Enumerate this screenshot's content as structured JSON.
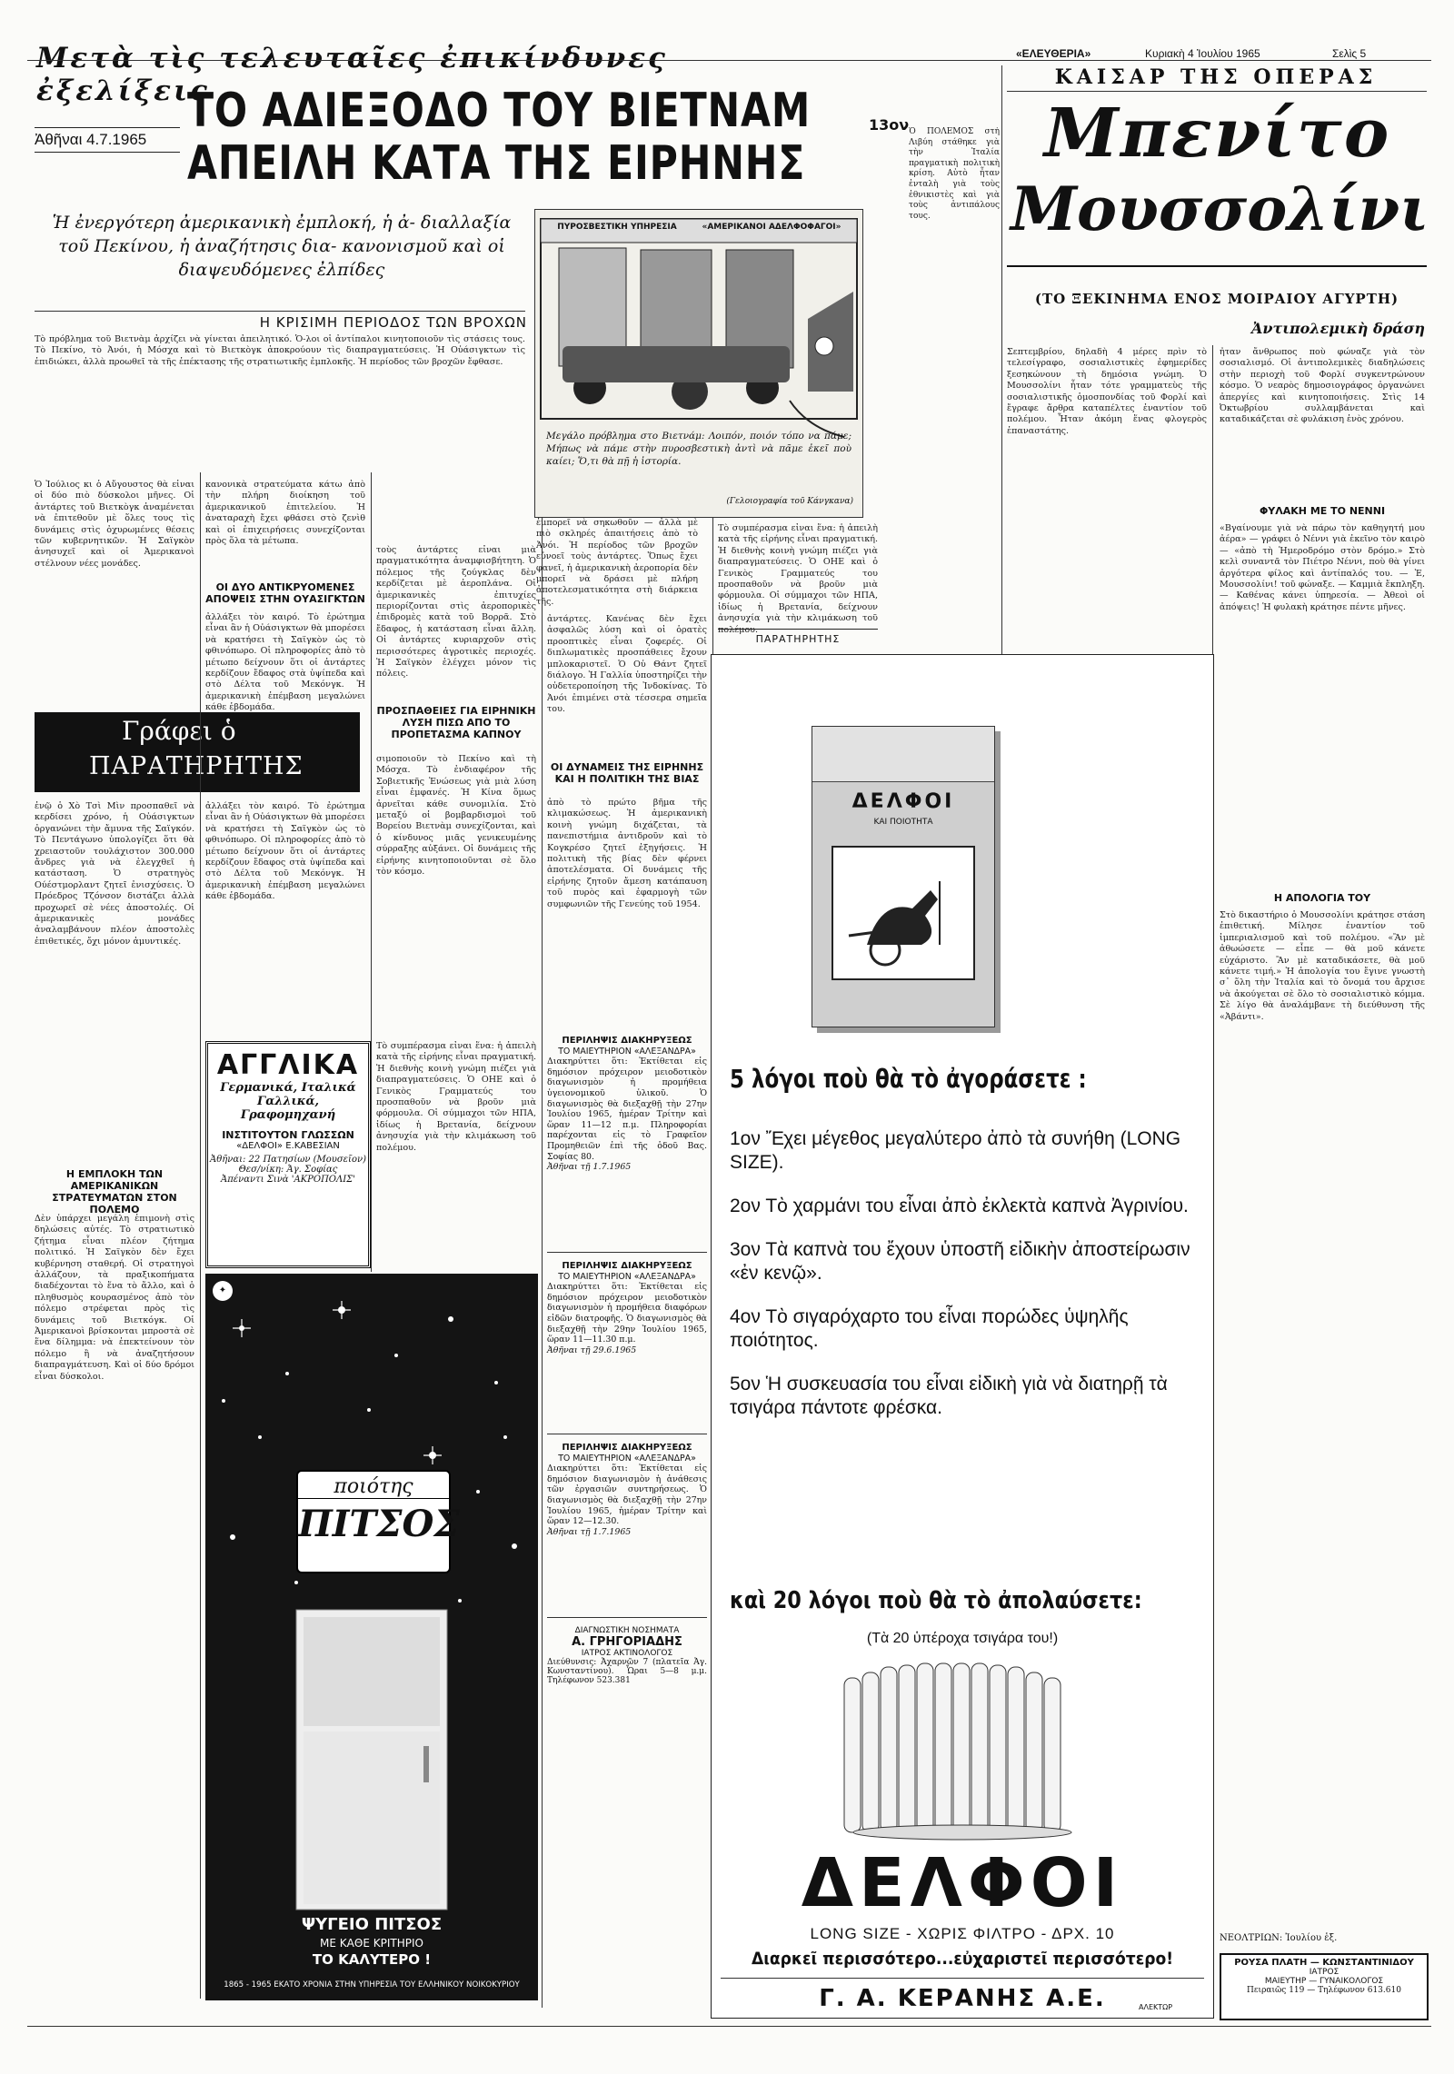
{
  "masthead": {
    "kicker": "Μετὰ τὶς τελευταῖες ἐπικίνδυνες ἐξελίξεις",
    "paper": "«ΕΛΕΥΘΕΡΙΑ»",
    "date": "Κυριακὴ 4 Ἰουλίου 1965",
    "page": "Σελὶς 5"
  },
  "lead": {
    "dateline": "Ἀθῆναι 4.7.1965",
    "headline_1": "ΤΟ ΑΔΙΕΞΟΔΟ ΤΟΥ ΒΙΕΤΝΑΜ",
    "headline_2": "ΑΠΕΙΛΗ ΚΑΤΑ ΤΗΣ ΕΙΡΗΝΗΣ",
    "deck": "Ἡ ἐνεργότερη ἀμερικανικὴ ἐμπλοκή, ἡ ἀ- διαλλαξία τοῦ Πεκίνου, ἡ ἀναζήτησις δια- κανονισμοῦ καὶ οἱ διαψευδόμενες ἐλπίδες",
    "section_head": "Η ΚΡΙΣΙΜΗ ΠΕΡΙΟΔΟΣ ΤΩΝ ΒΡΟΧΩΝ",
    "body_1": "Τὸ πρόβλημα τοῦ Βιετνὰμ ἀρχίζει νὰ γίνεται ἀπειλητικό. Ὁ-λοι οἱ ἀντίπαλοι κινητοποιοῦν τὶς στάσεις τους. Τὸ Πεκίνο, τὸ Ἀνόι, ἡ Μόσχα καὶ τὸ Βιετκὸγκ ἀποκρούουν τὶς διαπραγματεύσεις. Ἡ Οὐάσιγκτων τὶς ἐπιδιώκει, ἀλλὰ προωθεῖ τὰ τῆς ἐπέκτασης τῆς στρατιωτικῆς ἐμπλοκῆς. Ἡ περίοδος τῶν βροχῶν ἔφθασε.",
    "body_2": "Ὁ Ἰούλιος κι ὁ Αὔγουστος θὰ εἶναι οἱ δύο πιὸ δύσκολοι μῆνες. Οἱ ἀντάρτες τοῦ Βιετκὸγκ ἀναμένεται νὰ ἐπιτεθοῦν μὲ ὅλες τους τὶς δυνάμεις στὶς ὀχυρωμένες θέσεις τῶν κυβερνητικῶν. Ἡ Σαϊγκὸν ἀνησυχεῖ καὶ οἱ Ἀμερικανοὶ στέλνουν νέες μονάδες.",
    "body_3": "κανονικὰ στρατεύματα κάτω ἀπὸ τὴν πλήρη διοίκηση τοῦ ἀμερικανικοῦ ἐπιτελείου. Ἡ ἀναταραχὴ ἔχει φθάσει στὸ ζενὶθ καὶ οἱ ἐπιχειρήσεις συνεχίζονται πρὸς ὅλα τὰ μέτωπα.",
    "body_4": "ἐμπορεῖ νὰ σηκωθοῦν — ἀλλὰ μὲ πιὸ σκληρές ἀπαιτήσεις ἀπὸ τὸ Ἀνόι. Ἡ περίοδος τῶν βροχῶν εὐνοεῖ τοὺς ἀντάρτες. Ὅπως ἔχει φανεῖ, ἡ ἀμερικανικὴ ἀεροπορία δὲν μπορεῖ νὰ δράσει μὲ πλήρη ἀποτελεσματικότητα στὴ διάρκεια τῆς."
  },
  "subheads": {
    "two_forces": "ΟΙ ΔΥΟ ΑΝΤΙΚΡΥΟΜΕΝΕΣ ΑΠΟΨΕΙΣ ΣΤΗΝ ΟΥΑΣΙΓΚΤΩΝ",
    "peace_attempts": "ΠΡΟΣΠΑΘΕΙΕΣ ΓΙΑ ΕΙΡΗΝΙΚΗ ΛΥΣΗ ΠΙΣΩ ΑΠΟ ΤΟ ΠΡΟΠΕΤΑΣΜΑ ΚΑΠΝΟΥ",
    "forces_of_peace": "ΟΙ ΔΥΝΑΜΕΙΣ ΤΗΣ ΕΙΡΗΝΗΣ ΚΑΙ Η ΠΟΛΙΤΙΚΗ ΤΗΣ ΒΙΑΣ",
    "us_escalation": "Η ΕΜΠΛΟΚΗ ΤΩΝ ΑΜΕΡΙΚΑΝΙΚΩΝ ΣΤΡΑΤΕΥΜΑΤΩΝ ΣΤΟΝ ΠΟΛΕΜΟ"
  },
  "columnist": {
    "line1": "Γράφει ὁ",
    "line2": "ΠΑΡΑΤΗΡΗΤΗΣ",
    "signature": "ΠΑΡΑΤΗΡΗΤΗΣ"
  },
  "body_text": {
    "c1": "ἐνῷ ὁ Χὸ Τσὶ Μὶν προσπαθεῖ νὰ κερδίσει χρόνο, ἡ Οὐάσιγκτων ὀργανώνει τὴν ἄμυνα τῆς Σαϊγκόν. Τὸ Πεντάγωνο ὑπολογίζει ὅτι θὰ χρειαστοῦν τουλάχιστον 300.000 ἄνδρες γιὰ νὰ ἐλεγχθεῖ ἡ κατάσταση. Ὁ στρατηγὸς Ούέστμορλαντ ζητεῖ ἐνισχύσεις. Ὁ Πρόεδρος Τζόνσον διστάζει ἀλλὰ προχωρεῖ σὲ νέες ἀποστολές. Οἱ ἀμερικανικὲς μονάδες ἀναλαμβάνουν πλέον ἀποστολὲς ἐπιθετικές, ὄχι μόνον ἀμυντικές.",
    "c1b": "Δὲν ὑπάρχει μεγάλη ἐπιμονὴ στὶς δηλώσεις αὐτές. Τὸ στρατιωτικὸ ζήτημα εἶναι πλέον ζήτημα πολιτικό. Ἡ Σαϊγκὸν δὲν ἔχει κυβέρνηση σταθερή. Οἱ στρατηγοὶ ἀλλάζουν, τὰ πραξικοπήματα διαδέχονται τὸ ἕνα τὸ ἄλλο, καὶ ὁ πληθυσμὸς κουρασμένος ἀπὸ τὸν πόλεμο στρέφεται πρὸς τὶς δυνάμεις τοῦ Βιετκόγκ. Οἱ Ἀμερικανοὶ βρίσκονται μπροστὰ σὲ ἕνα δίλημμα: νὰ ἐπεκτείνουν τὸν πόλεμο ἢ νὰ ἀναζητήσουν διαπραγμάτευση. Καὶ οἱ δύο δρόμοι εἶναι δύσκολοι.",
    "c2": "ἀλλάξει τὸν καιρό. Τὸ ἐρώτημα εἶναι ἂν ἡ Οὐάσιγκτων θὰ μπορέσει νὰ κρατήσει τὴ Σαϊγκὸν ὡς τὸ φθινόπωρο. Οἱ πληροφορίες ἀπὸ τὸ μέτωπο δείχνουν ὅτι οἱ ἀντάρτες κερδίζουν ἔδαφος στὰ ὑψίπεδα καὶ στὸ Δέλτα τοῦ Μεκόνγκ. Ἡ ἀμερικανικὴ ἐπέμβαση μεγαλώνει κάθε ἑβδομάδα.",
    "c3": "σιμοποιοῦν τὸ Πεκίνο καὶ τὴ Μόσχα. Τὸ ἐνδιαφέρον τῆς Σοβιετικῆς Ἑνώσεως γιὰ μιὰ λύση εἶναι ἐμφανές. Ἡ Κίνα ὅμως ἀρνεῖται κάθε συνομιλία. Στὸ μεταξύ οἱ βομβαρδισμοὶ τοῦ Βορείου Βιετνὰμ συνεχίζονται, καὶ ὁ κίνδυνος μιᾶς γενικευμένης σύρραξης αὐξάνει. Οἱ δυνάμεις τῆς εἰρήνης κινητοποιοῦνται σὲ ὅλο τὸν κόσμο.",
    "c3b": "Τὸ συμπέρασμα εἶναι ἕνα: ἡ ἀπειλὴ κατὰ τῆς εἰρήνης εἶναι πραγματική. Ἡ διεθνὴς κοινὴ γνώμη πιέζει γιὰ διαπραγματεύσεις. Ὁ ΟΗΕ καὶ ὁ Γενικὸς Γραμματεύς του προσπαθοῦν νὰ βροῦν μιὰ φόρμουλα. Οἱ σύμμαχοι τῶν ΗΠΑ, ἰδίως ἡ Βρετανία, δείχνουν ἀνησυχία γιὰ τὴν κλιμάκωση τοῦ πολέμου.",
    "c4": "ἀπὸ τὸ πρώτο βῆμα τῆς κλιμακώσεως. Ἡ ἀμερικανικὴ κοινὴ γνώμη διχάζεται, τὰ πανεπιστήμια ἀντιδροῦν καὶ τὸ Κογκρέσο ζητεῖ ἐξηγήσεις. Ἡ πολιτικὴ τῆς βίας δὲν φέρνει ἀποτελέσματα. Οἱ δυνάμεις τῆς εἰρήνης ζητοῦν ἄμεση κατάπαυση τοῦ πυρὸς καὶ ἐφαρμογὴ τῶν συμφωνιῶν τῆς Γενεύης τοῦ 1954."
  },
  "cartoon": {
    "sign_1": "ΠΥΡΟΣΒΕΣΤΙΚΗ ΥΠΗΡΕΣΙΑ",
    "sign_2": "«ΑΜΕΡΙΚΑΝΟΙ ΑΔΕΛΦΟΦΑΓΟΙ»",
    "caption": "Μεγάλο πρόβλημα στο Βιετνάμ: Λοιπόν, ποιόν τόπο να πάμε; Μήπως νὰ πάμε στὴν πυροσβεστικὴ ἀντὶ νὰ πᾶμε ἐκεῖ ποὺ καίει; Ὅ,τι θὰ πῇ ἡ ἱστορία.",
    "credit": "(Γελοιογραφία τοῦ Κάνγκανα)"
  },
  "serial": {
    "kicker": "ΚΑΙΣΑΡ ΤΗΣ ΟΠΕΡΑΣ",
    "name_1": "Μπενίτο",
    "name_2": "Μουσσολίνι",
    "episode_num": "13ον",
    "intro": "Ὁ ΠΟΛΕΜΟΣ στὴ Λιβύη στάθηκε γιὰ τὴν Ἰταλία πραγματικὴ πολιτικὴ κρίση. Αὐτὸ ἦταν ἐνταλὴ γιὰ τοὺς ἐθνικιστὲς καὶ γιὰ τοὺς ἀντιπάλους τους.",
    "subtitle": "(ΤΟ ΞΕΚΙΝΗΜΑ ΕΝΟΣ ΜΟΙΡΑΙΟΥ ΑΓΥΡΤΗ)",
    "section": "Ἀντιπολεμικὴ δράση",
    "body_a": "Σεπτεμβρίου, δηλαδὴ 4 μέρες πρὶν τὸ τελεσίγραφο, σοσιαλιστικὲς ἐφημερίδες ξεσηκώνουν τὴ δημόσια γνώμη. Ὁ Μουσσολίνι ἦταν τότε γραμματεὺς τῆς σοσιαλιστικῆς ὁμοσπονδίας τοῦ Φορλί καὶ ἔγραφε ἄρθρα καταπέλτες ἐναντίον τοῦ πολέμου. Ἦταν ἀκόμη ἕνας φλογερὸς ἐπαναστάτης.",
    "body_b": "ἦταν ἄνθρωπος ποὺ φώναζε γιὰ τὸν σοσιαλισμό. Οἱ ἀντιπολεμικὲς διαδηλώσεις στὴν περιοχὴ τοῦ Φορλί συγκεντρώνουν κόσμο. Ὁ νεαρὸς δημοσιογράφος ὀργανώνει ἀπεργίες καὶ κινητοποιήσεις. Στὶς 14 Ὀκτωβρίου συλλαμβάνεται καὶ καταδικάζεται σὲ φυλάκιση ἑνὸς χρόνου.",
    "sub_nenni": "ΦΥΛΑΚΗ ΜΕ ΤΟ ΝΕΝΝΙ",
    "body_c": "«Βγαίνουμε γιὰ νὰ πάρω τὸν καθηγητή μου ἀέρα» — γράφει ὁ Νέννι γιὰ ἐκεῖνο τὸν καιρὸ — «ἀπὸ τὴ Ἡμεροδρόμο στὸν δρόμο.» Στὸ κελὶ συναντᾶ τὸν Πιέτρο Νέννι, ποὺ θὰ γίνει ἀργότερα φίλος καὶ ἀντίπαλός του. — Ἐ, Μουσσολίνι! τοῦ φώναξε. — Καμμιὰ ἔκπληξη. — Καθένας κάνει ὑπηρεσία. — Ἀθεοὶ οἱ ἀπόψεις! Ἡ φυλακὴ κράτησε πέντε μῆνες.",
    "sub_apology": "Η ΑΠΟΛΟΓΙΑ ΤΟΥ",
    "body_d": "Στὸ δικαστήριο ὁ Μουσσολίνι κράτησε στάση ἐπιθετική. Μίλησε ἐναντίον τοῦ ἰμπεριαλισμοῦ καὶ τοῦ πολέμου. «Ἂν μὲ ἀθωώσετε — εἶπε — θὰ μοῦ κάνετε εὐχάριστο. Ἂν μὲ καταδικάσετε, θὰ μοῦ κάνετε τιμή.» Ἡ ἀπολογία του ἔγινε γνωστὴ σ᾿ ὅλη τὴν Ἰταλία καὶ τὸ ὄνομά του ἄρχισε νὰ ἀκούγεται σὲ ὅλο τὸ σοσιαλιστικὸ κόμμα. Σὲ λίγο θὰ ἀναλάμβανε τὴ διεύθυνση τῆς «Ἀβάντι».",
    "signature": "ΝΕΟΛΤΡΙΩΝ: Ἰουλίου ἑξ."
  },
  "doctor_box": {
    "l1": "ΡΟΥΣΑ ΠΛΑΤΗ — ΚΩΝΣΤΑΝΤΙΝΙΔΟΥ",
    "l2": "ΙΑΤΡΟΣ",
    "l3": "ΜΑΙΕΥΤΗΡ — ΓΥΝΑΙΚΟΛΟΓΟΣ",
    "l4": "Πειραιῶς 119 — Τηλέφωνον 613.610"
  },
  "ad_angliki": {
    "title": "ΑΓΓΛΙΚΑ",
    "l1": "Γερμανικά, Ιταλικά",
    "l2": "Γαλλικά, Γραφομηχανή",
    "l3": "ΙΝΣΤΙΤΟΥΤΟΝ ΓΛΩΣΣΩΝ",
    "l4": "«ΔΕΛΦΟΙ» Ε.ΚΑΒΕΣΙΑΝ",
    "l5": "Ἀθῆναι: 22 Πατησίων (Μουσεῖον)",
    "l6": "Θεσ/νίκη: Ἀγ. Σοφίας",
    "l7": "Ἀπέναντι Σινὰ 'ΑΚΡΟΠΟΛΙΣ'"
  },
  "ad_pitsos": {
    "badge_top": "ποιότης",
    "brand": "ΠΙΤΣΟΣ",
    "l1": "ΨΥΓΕΙΟ ΠΙΤΣΟΣ",
    "l2": "ΜΕ ΚΑΘΕ ΚΡΙΤΗΡΙΟ",
    "l3": "ΤΟ ΚΑΛΥΤΕΡΟ !",
    "footer": "1865 - 1965 ΕΚΑΤΟ ΧΡΟΝΙΑ ΣΤΗΝ ΥΠΗΡΕΣΙΑ ΤΟΥ ΕΛΛΗΝΙΚΟΥ ΝΟΙΚΟΚΥΡΙΟΥ"
  },
  "notices": [
    {
      "title": "ΠΕΡΙΛΗΨΙΣ ΔΙΑΚΗΡΥΞΕΩΣ",
      "sub": "ΤΟ ΜΑΙΕΥΤΗΡΙΟΝ «ΑΛΕΞΑΝΔΡΑ»",
      "body": "Διακηρύττει ὅτι: Ἐκτίθεται εἰς δημόσιον πρόχειρον μειοδοτικὸν διαγωνισμὸν ἡ προμήθεια ὑγειονομικοῦ ὑλικοῦ. Ὁ διαγωνισμὸς θὰ διεξαχθῇ τὴν 27ην Ἰουλίου 1965, ἡμέραν Τρίτην καὶ ὥραν 11—12 π.μ. Πληροφορίαι παρέχονται εἰς τὸ Γραφεῖον Προμηθειῶν ἐπὶ τῆς ὁδοῦ Βας. Σοφίας 80.",
      "sign": "Ἀθῆναι τῇ 1.7.1965"
    },
    {
      "title": "ΠΕΡΙΛΗΨΙΣ ΔΙΑΚΗΡΥΞΕΩΣ",
      "sub": "ΤΟ ΜΑΙΕΥΤΗΡΙΟΝ «ΑΛΕΞΑΝΔΡΑ»",
      "body": "Διακηρύττει ὅτι: Ἐκτίθεται εἰς δημόσιον πρόχειρον μειοδοτικὸν διαγωνισμὸν ἡ προμήθεια διαφόρων εἰδῶν διατροφῆς. Ὁ διαγωνισμὸς θὰ διεξαχθῇ τὴν 29ην Ἰουλίου 1965, ὥραν 11—11.30 π.μ.",
      "sign": "Ἀθῆναι τῇ 29.6.1965"
    },
    {
      "title": "ΠΕΡΙΛΗΨΙΣ ΔΙΑΚΗΡΥΞΕΩΣ",
      "sub": "ΤΟ ΜΑΙΕΥΤΗΡΙΟΝ «ΑΛΕΞΑΝΔΡΑ»",
      "body": "Διακηρύττει ὅτι: Ἐκτίθεται εἰς δημόσιον διαγωνισμὸν ἡ ἀνάθεσις τῶν ἐργασιῶν συντηρήσεως. Ὁ διαγωνισμὸς θὰ διεξαχθῇ τὴν 27ην Ἰουλίου 1965, ἡμέραν Τρίτην καὶ ὥραν 12—12.30.",
      "sign": "Ἀθῆναι τῇ 1.7.1965"
    }
  ],
  "doctor_ad": {
    "l1": "ΔΙΑΓΝΩΣΤΙΚΗ ΝΟΣΗΜΑΤΑ",
    "l2": "Α. ΓΡΗΓΟΡΙΑΔΗΣ",
    "l3": "ΙΑΤΡΟΣ ΑΚΤΙΝΟΛΟΓΟΣ",
    "l4": "Διεύθυνσις: Ἀχαρνῶν 7 (πλατεῖα Ἀγ. Κωνσταντίνου). Ὧραι 5—8 μ.μ. Τηλέφωνον 523.381"
  },
  "ad_delfoi": {
    "pack_brand": "ΔΕΛΦΟΙ",
    "pack_sub": "ΚΑΙ ΠΟΙΟΤΗΤΑ",
    "headline": "5 λόγοι ποὺ θὰ τὸ ἀγοράσετε :",
    "reasons": [
      {
        "num": "1ον",
        "text": "Ἔχει μέγεθος μεγαλύτερο ἀπὸ τὰ συνήθη (LONG SIZE)."
      },
      {
        "num": "2ον",
        "text": "Τὸ χαρμάνι του εἶναι ἀπὸ ἐκλεκτὰ καπνὰ Ἀγρινίου."
      },
      {
        "num": "3ον",
        "text": "Τὰ καπνὰ του ἔχουν ὑποστῆ εἰδικὴν ἀποστείρωσιν «ἐν κενῷ»."
      },
      {
        "num": "4ον",
        "text": "Τὸ σιγαρόχαρτο του εἶναι πορώδες ὑψηλῆς ποιότητος."
      },
      {
        "num": "5ον",
        "text": "Ἡ συσκευασία του εἶναι εἰδικὴ γιὰ νὰ διατηρῇ τὰ τσιγάρα πάντοτε φρέσκα."
      }
    ],
    "sub_headline": "καὶ 20 λόγοι ποὺ θὰ τὸ ἀπολαύσετε:",
    "sub_note": "(Τὰ 20 ὑπέροχα τσιγάρα του!)",
    "brand_big": "ΔΕΛΦΟΙ",
    "spec": "LONG SIZE - ΧΩΡΙΣ ΦΙΛΤΡΟ - ΔΡΧ. 10",
    "slogan": "Διαρκεῖ περισσότερο...εὐχαριστεῖ περισσότερο!",
    "company": "Γ. Α. ΚΕΡΑΝΗΣ Α.Ε.",
    "agency": "ΑΛΕΚΤΩΡ"
  },
  "center_top": {
    "body": "τοὺς ἀντάρτες εἶναι μιὰ πραγματικότητα ἀναμφισβήτητη. Ὁ πόλεμος τῆς ζούγκλας δὲν κερδίζεται μὲ ἀεροπλάνα. Οἱ ἀμερικανικὲς ἐπιτυχίες περιορίζονται στὶς ἀεροπορικὲς ἐπιδρομὲς κατὰ τοῦ Βορρᾶ. Στὸ ἔδαφος, ἡ κατάσταση εἶναι ἄλλη. Οἱ ἀντάρτες κυριαρχοῦν στὶς περισσότερες ἀγροτικὲς περιοχές. Ἡ Σαϊγκὸν ἐλέγχει μόνον τὶς πόλεις.",
    "body_b": "ἀντάρτες. Κανένας δὲν ἔχει ἀσφαλῶς λύση καὶ οἱ ὁρατὲς προοπτικὲς εἶναι ζοφερές. Οἱ διπλωματικὲς προσπάθειες ἔχουν μπλοκαριστεῖ. Ὁ Οὐ Θάντ ζητεῖ διάλογο. Ἡ Γαλλία ὑποστηρίζει τὴν οὐδετεροποίηση τῆς Ἰνδοκίνας. Τὸ Ἀνόι ἐπιμένει στὰ τέσσερα σημεῖα του."
  }
}
